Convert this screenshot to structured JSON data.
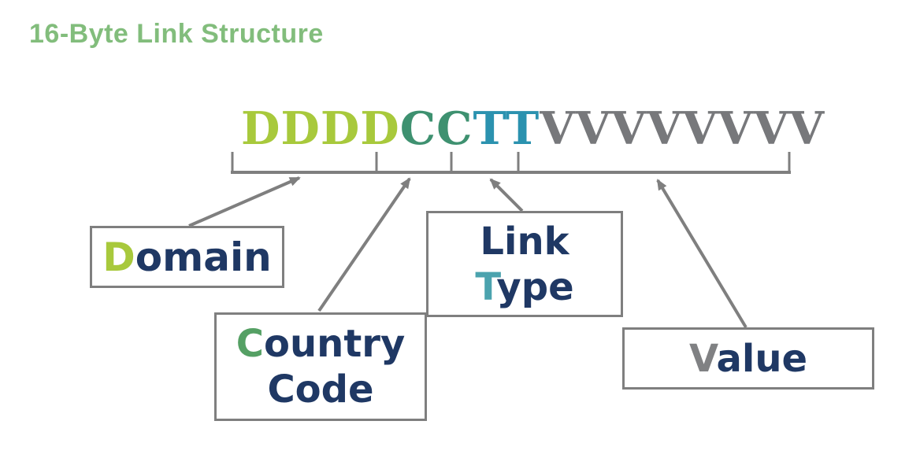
{
  "title": "16-Byte Link Structure",
  "code_string": {
    "full": "DDDDCCTTVVVVVVVV",
    "segments": [
      {
        "field": "Domain",
        "letters": "DDDD"
      },
      {
        "field": "Country Code",
        "letters": "CC"
      },
      {
        "field": "Link Type",
        "letters": "TT"
      },
      {
        "field": "Value",
        "letters": "VVVVVVVV"
      }
    ]
  },
  "boxes": {
    "domain": {
      "line1_hl": "D",
      "line1_rest": "omain"
    },
    "country_code": {
      "line1_hl": "C",
      "line1_rest": "ountry",
      "line2_hl": "",
      "line2_rest": "Code"
    },
    "link_type": {
      "line1_hl": "",
      "line1_rest": "Link",
      "line2_hl": "T",
      "line2_rest": "ype"
    },
    "value": {
      "line1_hl": "V",
      "line1_rest": "alue"
    }
  },
  "colors": {
    "title_green": "#82bd7c",
    "lime_green": "#a8c93c",
    "mid_green": "#3e9170",
    "teal": "#2b92af",
    "letter_gray": "#77787b",
    "navy": "#1f3864",
    "line_gray": "#7f7f7f",
    "box_c_green": "#55a064",
    "box_t_teal": "#4ba3ae",
    "box_v_gray": "#808183"
  }
}
